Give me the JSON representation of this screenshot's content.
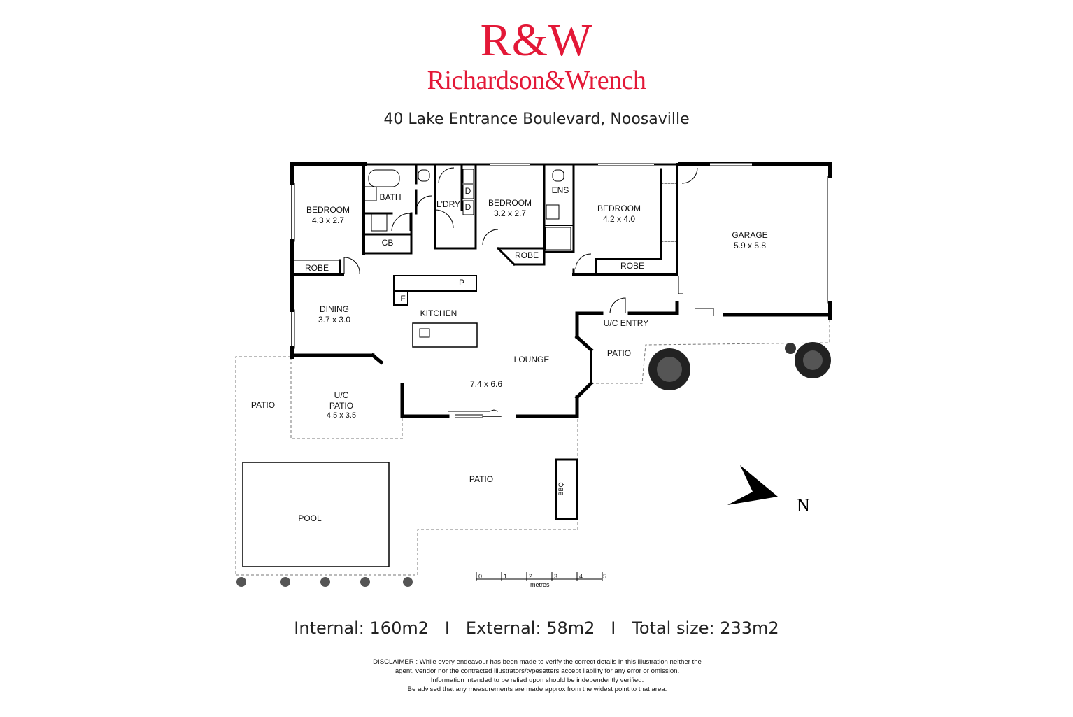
{
  "brand": {
    "mark": "R&W",
    "name": "Richardson&Wrench",
    "color": "#e31837"
  },
  "address": "40 Lake Entrance Boulevard, Noosaville",
  "rooms": {
    "bedroom1": {
      "name": "BEDROOM",
      "size": "4.3 x 2.7"
    },
    "bath": {
      "name": "BATH"
    },
    "cb": {
      "name": "CB"
    },
    "robe1": {
      "name": "ROBE"
    },
    "laundry": {
      "name": "L'DRY"
    },
    "d1": {
      "name": "D"
    },
    "d2": {
      "name": "D"
    },
    "bedroom2": {
      "name": "BEDROOM",
      "size": "3.2 x 2.7"
    },
    "robe2": {
      "name": "ROBE"
    },
    "ens": {
      "name": "ENS"
    },
    "bedroom3": {
      "name": "BEDROOM",
      "size": "4.2 x 4.0"
    },
    "robe3": {
      "name": "ROBE"
    },
    "garage": {
      "name": "GARAGE",
      "size": "5.9 x 5.8"
    },
    "pantry": {
      "name": "P"
    },
    "fridge": {
      "name": "F"
    },
    "kitchen": {
      "name": "KITCHEN"
    },
    "dining": {
      "name": "DINING",
      "size": "3.7 x 3.0"
    },
    "uc_entry": {
      "name": "U/C ENTRY"
    },
    "lounge": {
      "name": "LOUNGE",
      "size": "7.4 x 6.6"
    },
    "patio_east": {
      "name": "PATIO"
    },
    "uc_patio": {
      "name1": "U/C",
      "name2": "PATIO",
      "size": "4.5 x 3.5"
    },
    "patio_west": {
      "name": "PATIO"
    },
    "patio_south": {
      "name": "PATIO"
    },
    "bbq": {
      "name": "BBQ"
    },
    "pool": {
      "name": "POOL"
    }
  },
  "scale": {
    "ticks": [
      "0",
      "1",
      "2",
      "3",
      "4",
      "5"
    ],
    "unit": "metres"
  },
  "north": "N",
  "sizes": {
    "internal_label": "Internal:",
    "internal_value": "160m2",
    "external_label": "External:",
    "external_value": "58m2",
    "total_label": "Total size:",
    "total_value": "233m2",
    "separator": "I"
  },
  "disclaimer": [
    "DISCLAIMER : While every endeavour has been made to verify the correct details in this illustration neither the",
    "agent, vendor nor the contracted illustrators/typesetters accept liability for any error or omission.",
    "Information intended to be relied upon should be independently verified.",
    "Be advised that any measurements are made approx from the widest point to that area."
  ]
}
